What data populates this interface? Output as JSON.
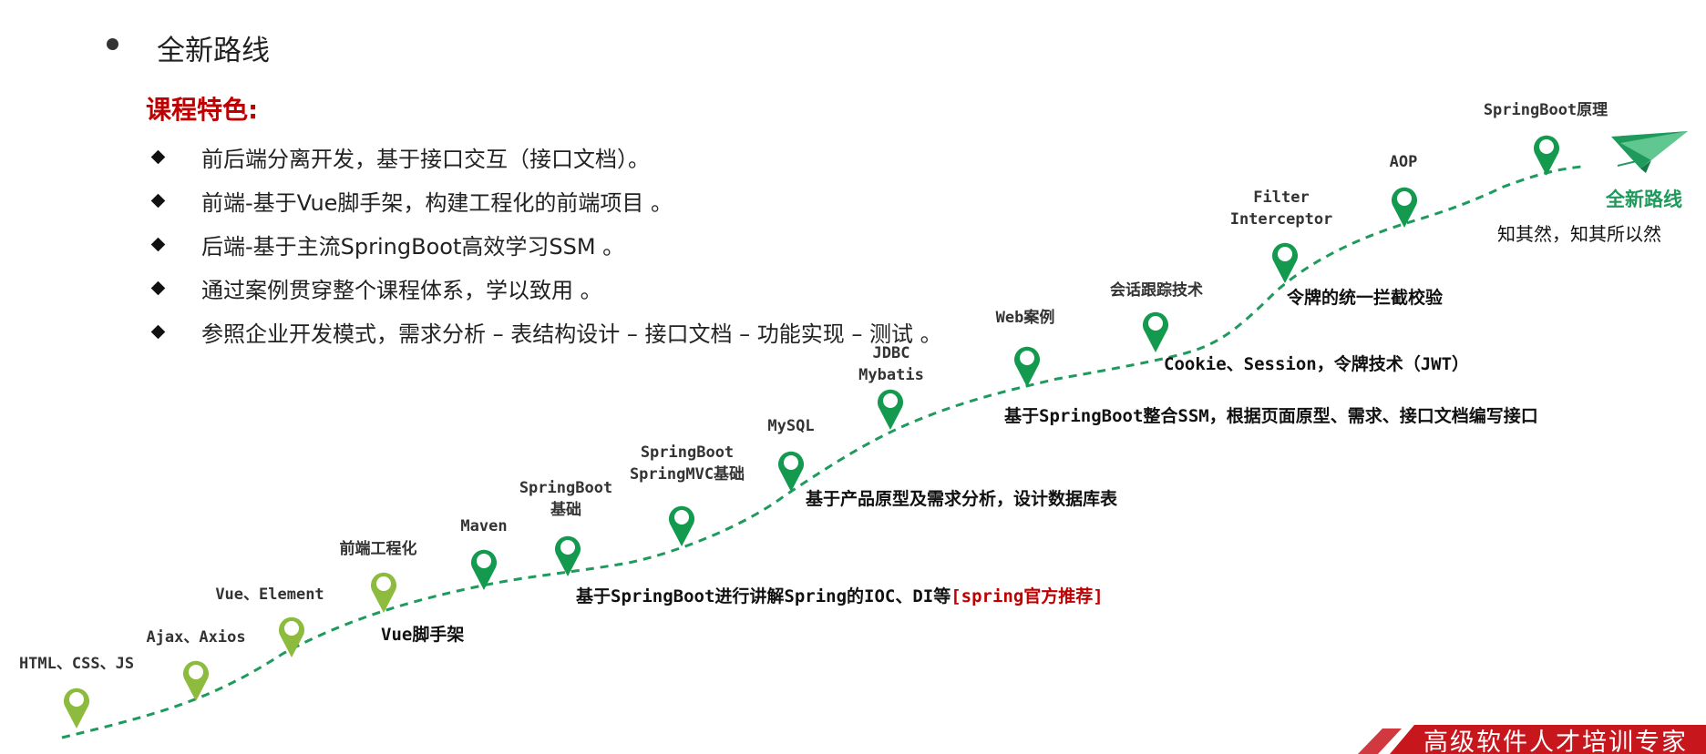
{
  "slide": {
    "title": "全新路线",
    "subtitle": "课程特色:",
    "features": [
      "前后端分离开发，基于接口交互（接口文档）。",
      "前端-基于Vue脚手架，构建工程化的前端项目 。",
      "后端-基于主流SpringBoot高效学习SSM 。",
      "通过案例贯穿整个课程体系，学以致用 。",
      "参照企业开发模式，需求分析 – 表结构设计 – 接口文档 – 功能实现 – 测试 。"
    ]
  },
  "roadmap": {
    "colors": {
      "light": "#8dbb3d",
      "dark": "#139a4e",
      "path": "#1e9a5c"
    },
    "milestones": [
      {
        "lines": [
          "HTML、CSS、JS"
        ],
        "tone": "light"
      },
      {
        "lines": [
          "Ajax、Axios"
        ],
        "tone": "light"
      },
      {
        "lines": [
          "Vue、Element"
        ],
        "tone": "light"
      },
      {
        "lines": [
          "前端工程化"
        ],
        "tone": "light"
      },
      {
        "lines": [
          "Maven"
        ],
        "tone": "dark"
      },
      {
        "lines": [
          "SpringBoot",
          "基础"
        ],
        "tone": "dark"
      },
      {
        "lines": [
          "SpringBoot",
          "SpringMVC基础"
        ],
        "tone": "dark"
      },
      {
        "lines": [
          "MySQL"
        ],
        "tone": "dark"
      },
      {
        "lines": [
          "JDBC",
          "Mybatis"
        ],
        "tone": "dark"
      },
      {
        "lines": [
          "Web案例"
        ],
        "tone": "dark"
      },
      {
        "lines": [
          "会话跟踪技术"
        ],
        "tone": "dark"
      },
      {
        "lines": [
          "Filter",
          "Interceptor"
        ],
        "tone": "dark"
      },
      {
        "lines": [
          "AOP"
        ],
        "tone": "dark"
      },
      {
        "lines": [
          "SpringBoot原理"
        ],
        "tone": "dark"
      }
    ],
    "notes": {
      "vue_scaffold": "Vue脚手架",
      "spring_intro": "基于SpringBoot进行讲解Spring的IOC、DI等",
      "spring_recommend": "[spring官方推荐]",
      "db_design": "基于产品原型及需求分析，设计数据库表",
      "ssm_integration": "基于SpringBoot整合SSM，根据页面原型、需求、接口文档编写接口",
      "session_tech": "Cookie、Session，令牌技术（JWT）",
      "token_check": "令牌的统一拦截校验"
    },
    "destination": {
      "title": "全新路线",
      "subtitle": "知其然，知其所以然",
      "icon": "paper-plane-icon"
    }
  },
  "footer": {
    "banner_text": "高级软件人才培训专家",
    "banner_color": "#c8161d"
  }
}
